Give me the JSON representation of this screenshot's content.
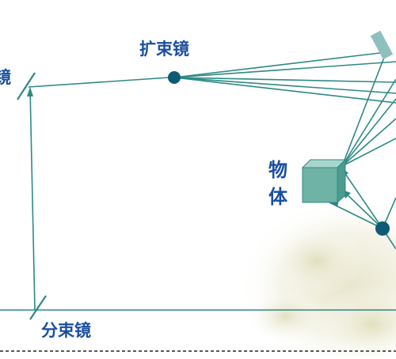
{
  "labels": {
    "beam_expander": "扩束镜",
    "beam_splitter": "分束镜",
    "object": "物体",
    "partial_left": "镜"
  },
  "colors": {
    "beam": "#2d8a84",
    "label": "#1a4fa0",
    "lens_dot": "#0f5a74",
    "object_face": "#6fb3a6",
    "object_top": "#a8d6cc",
    "object_side": "#4f9a8e",
    "plate": "#8fc0bd"
  }
}
